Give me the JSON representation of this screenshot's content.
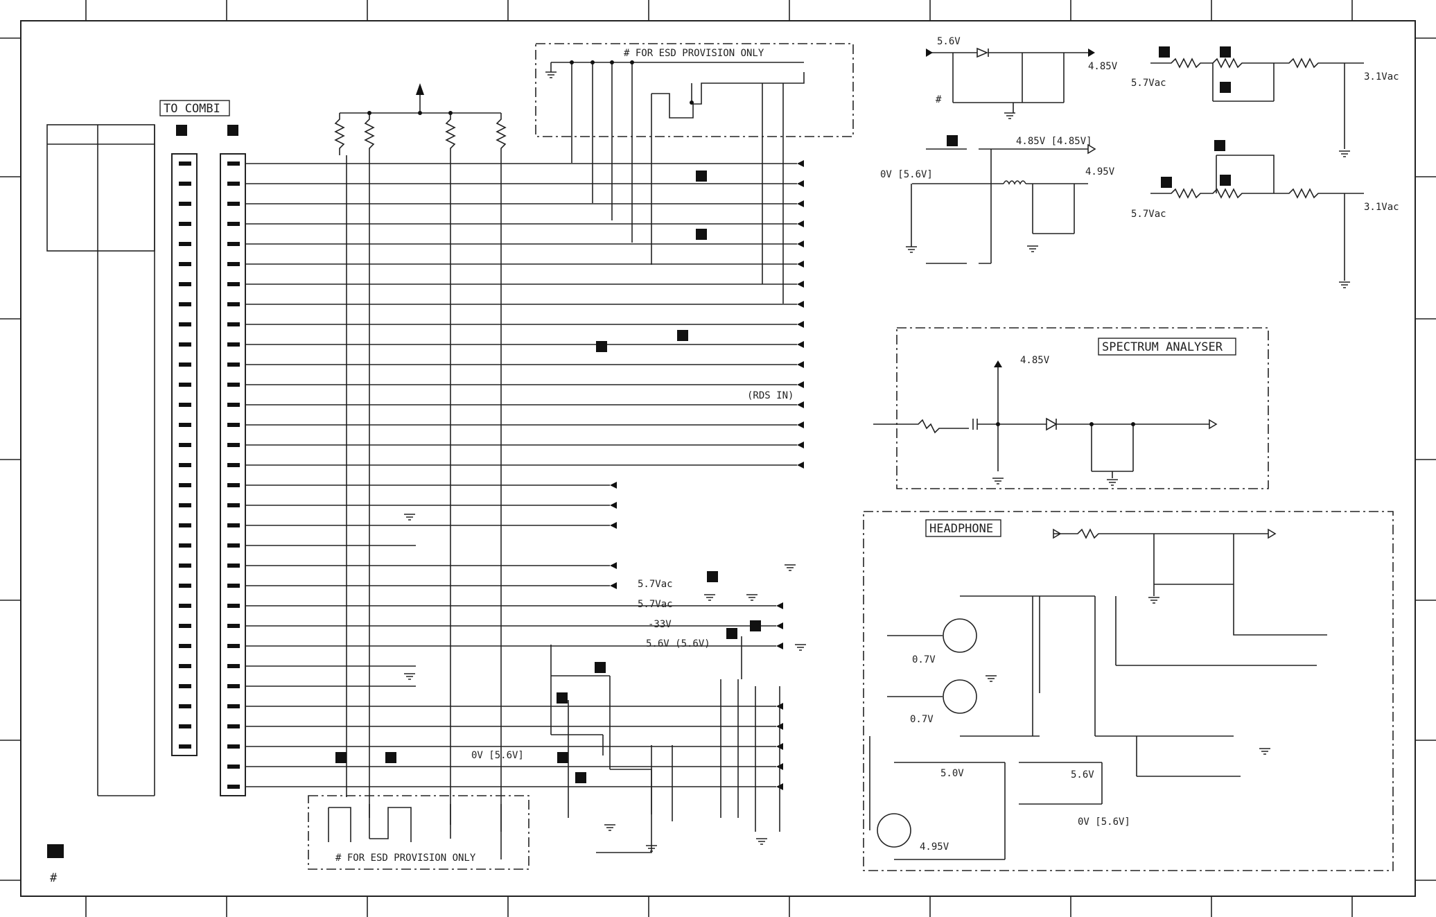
{
  "labels": {
    "to_combi": "TO COMBI",
    "esd_top": "# FOR ESD PROVISION ONLY",
    "esd_bottom": "# FOR ESD PROVISION ONLY",
    "spectrum_analyser": "SPECTRUM ANALYSER",
    "headphone": "HEADPHONE",
    "rds_in": "(RDS IN)",
    "hash": "#"
  },
  "voltages": {
    "v_5_6": "5.6V",
    "v_4_85": "4.85V",
    "v_4_85_bracket": "4.85V [4.85V]",
    "v_4_95": "4.95V",
    "v_0_bracket": "0V [5.6V]",
    "v_5_7vac_a": "5.7Vac",
    "v_5_7vac_b": "5.7Vac",
    "v_3_1vac_a": "3.1Vac",
    "v_3_1vac_b": "3.1Vac",
    "sa_4_85": "4.85V",
    "left_5_7vac_1": "5.7Vac",
    "left_5_7vac_2": "5.7Vac",
    "left_m33": "-33V",
    "left_5_6": "5.6V  (5.6V)",
    "bottom_0v": "0V    [5.6V]",
    "hp_0_7_a": "0.7V",
    "hp_0_7_b": "0.7V",
    "hp_5_0": "5.0V",
    "hp_5_6": "5.6V",
    "hp_0v": "0V [5.6V]",
    "hp_4_95": "4.95V"
  },
  "colors": {
    "ink": "#222222",
    "paper": "#ffffff"
  }
}
